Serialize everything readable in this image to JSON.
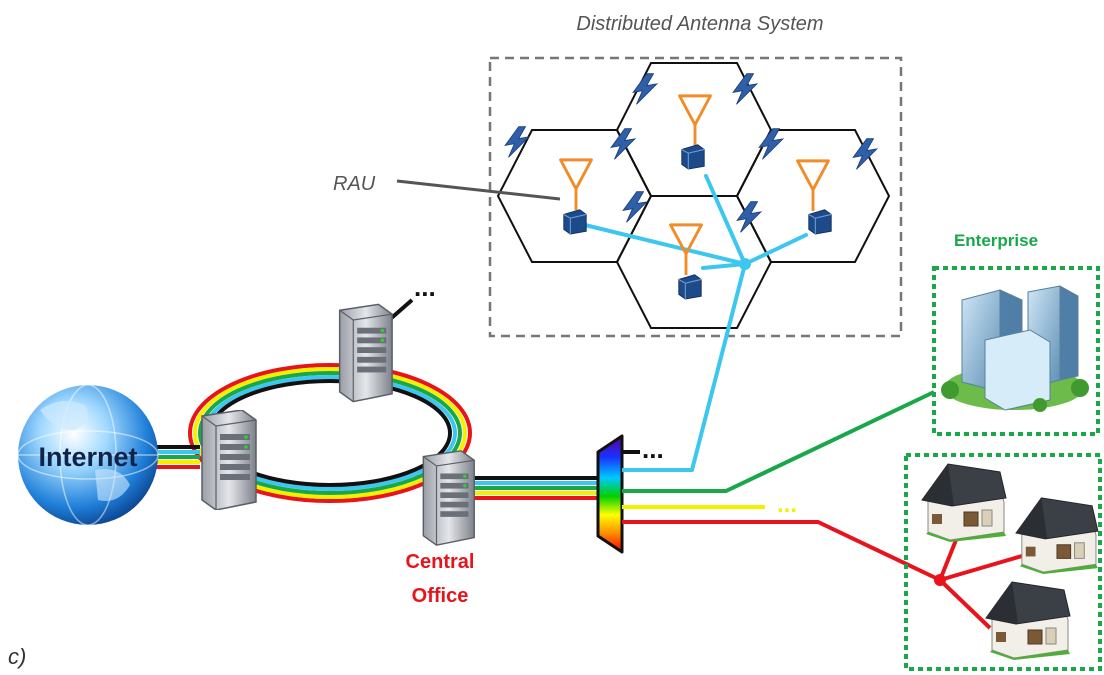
{
  "title": "Distributed Antenna System",
  "labels": {
    "rau": "RAU",
    "internet": "Internet",
    "central_office_line1": "Central",
    "central_office_line2": "Office",
    "enterprise": "Enterprise",
    "panel": "c)",
    "ellipsis": "..."
  },
  "colors": {
    "fiber_blue": "#3cc6f0",
    "enterprise_green": "#18a84a",
    "home_red": "#e8141c",
    "yellow": "#f5f000",
    "antenna_orange": "#f28c28",
    "central_office_red": "#e8141c",
    "enterprise_label_green": "#18a84a",
    "text_gray": "#555555"
  },
  "icons": {
    "globe": "globe-icon",
    "server": "server-icon",
    "antenna": "antenna-icon",
    "rau": "rau-box-icon",
    "wireless": "lightning-icon",
    "building": "building-icon",
    "house": "house-icon",
    "demux": "wavelength-demux-icon"
  }
}
